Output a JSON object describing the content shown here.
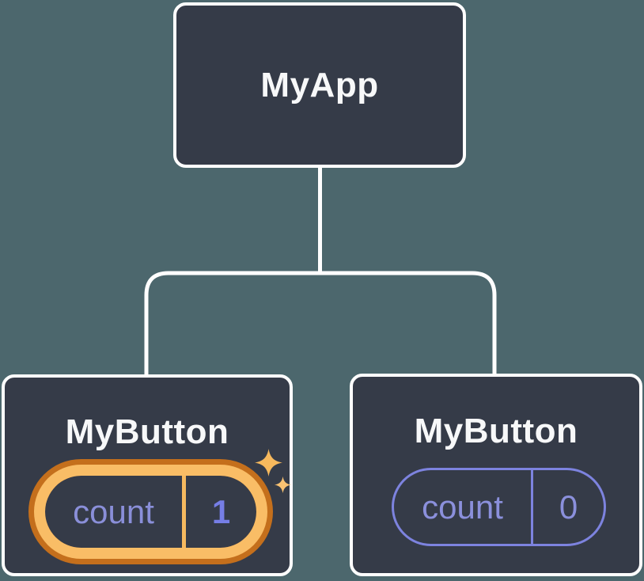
{
  "diagram": {
    "type": "component-tree",
    "root": {
      "label": "MyApp"
    },
    "children": [
      {
        "label": "MyButton",
        "state": {
          "name": "count",
          "value": "1"
        },
        "highlighted": true,
        "sparkles": true
      },
      {
        "label": "MyButton",
        "state": {
          "name": "count",
          "value": "0"
        },
        "highlighted": false,
        "sparkles": false
      }
    ]
  },
  "colors": {
    "background": "#4c676d",
    "node_fill": "#353b48",
    "node_border": "#ffffff",
    "node_text": "#f7f8f9",
    "connector_line": "#ffffff",
    "state_text": "#8b90dc",
    "state_value_highlighted_text": "#767ee6",
    "state_pill_border": "#7d83df",
    "highlight_ring_light": "#f9bd66",
    "highlight_ring_dark": "#c46f1c",
    "highlight_divider": "#f6b95f",
    "sparkle_large": "#f7b95d",
    "sparkle_small": "#f9c272"
  }
}
